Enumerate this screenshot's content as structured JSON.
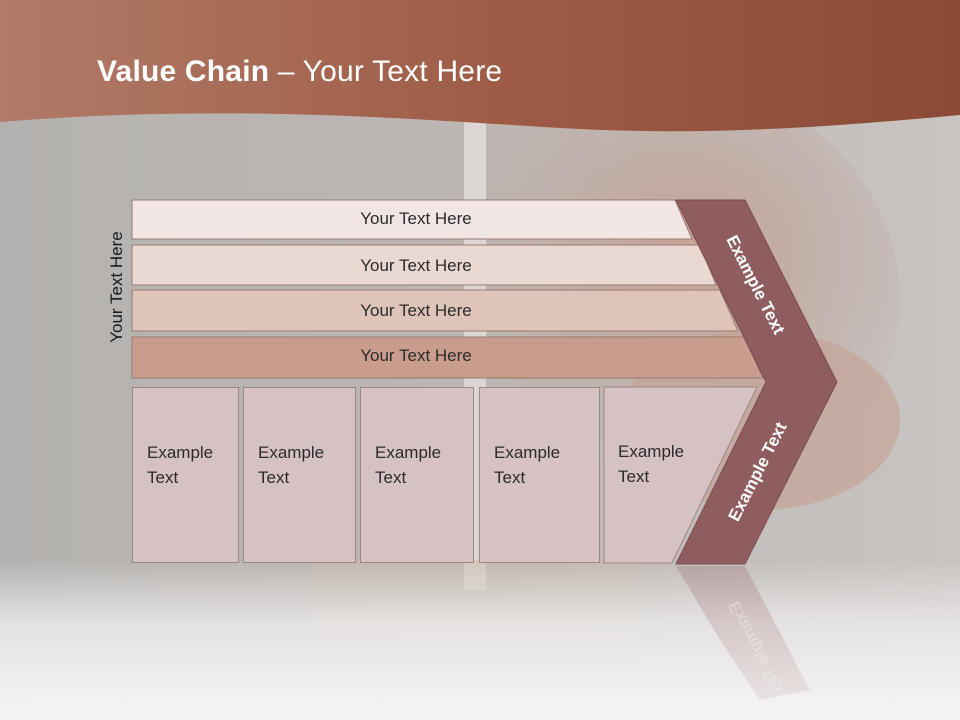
{
  "slide": {
    "title_bold": "Value Chain",
    "title_rest": " – Your Text Here",
    "vertical_label": "Your Text Here",
    "rows": [
      {
        "label": "Your Text Here"
      },
      {
        "label": "Your Text Here"
      },
      {
        "label": "Your Text Here"
      },
      {
        "label": "Your Text Here"
      }
    ],
    "columns": [
      {
        "line1": "Example",
        "line2": "Text"
      },
      {
        "line1": "Example",
        "line2": "Text"
      },
      {
        "line1": "Example",
        "line2": "Text"
      },
      {
        "line1": "Example",
        "line2": "Text"
      },
      {
        "line1": "Example",
        "line2": "Text"
      }
    ],
    "chevron_upper_label": "Example Text",
    "chevron_lower_label": "Example Text"
  },
  "colors": {
    "header_band": "#a4604a",
    "chevron": "#8f5d5f",
    "row_1": "#f2e6e4",
    "row_2": "#ead8d2",
    "row_3": "#dfc4ba",
    "row_4": "#c99d8d",
    "column": "#d6c2c3"
  }
}
